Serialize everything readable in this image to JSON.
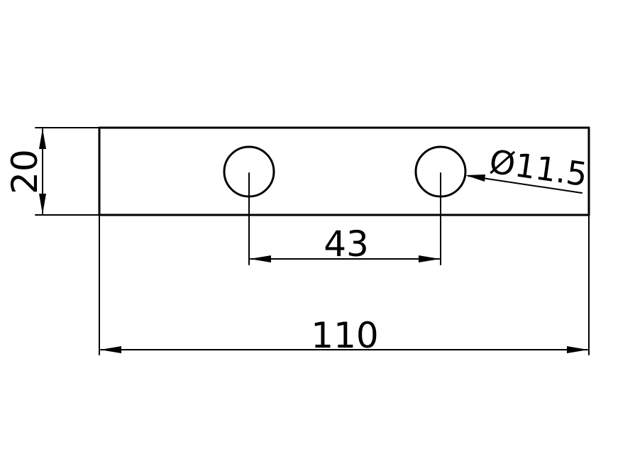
{
  "drawing": {
    "ink_color": "#000000",
    "background": "#ffffff",
    "dimensions": {
      "height": "20",
      "hole_spacing": "43",
      "overall_length": "110",
      "hole_diameter": "Ø11.5"
    }
  }
}
